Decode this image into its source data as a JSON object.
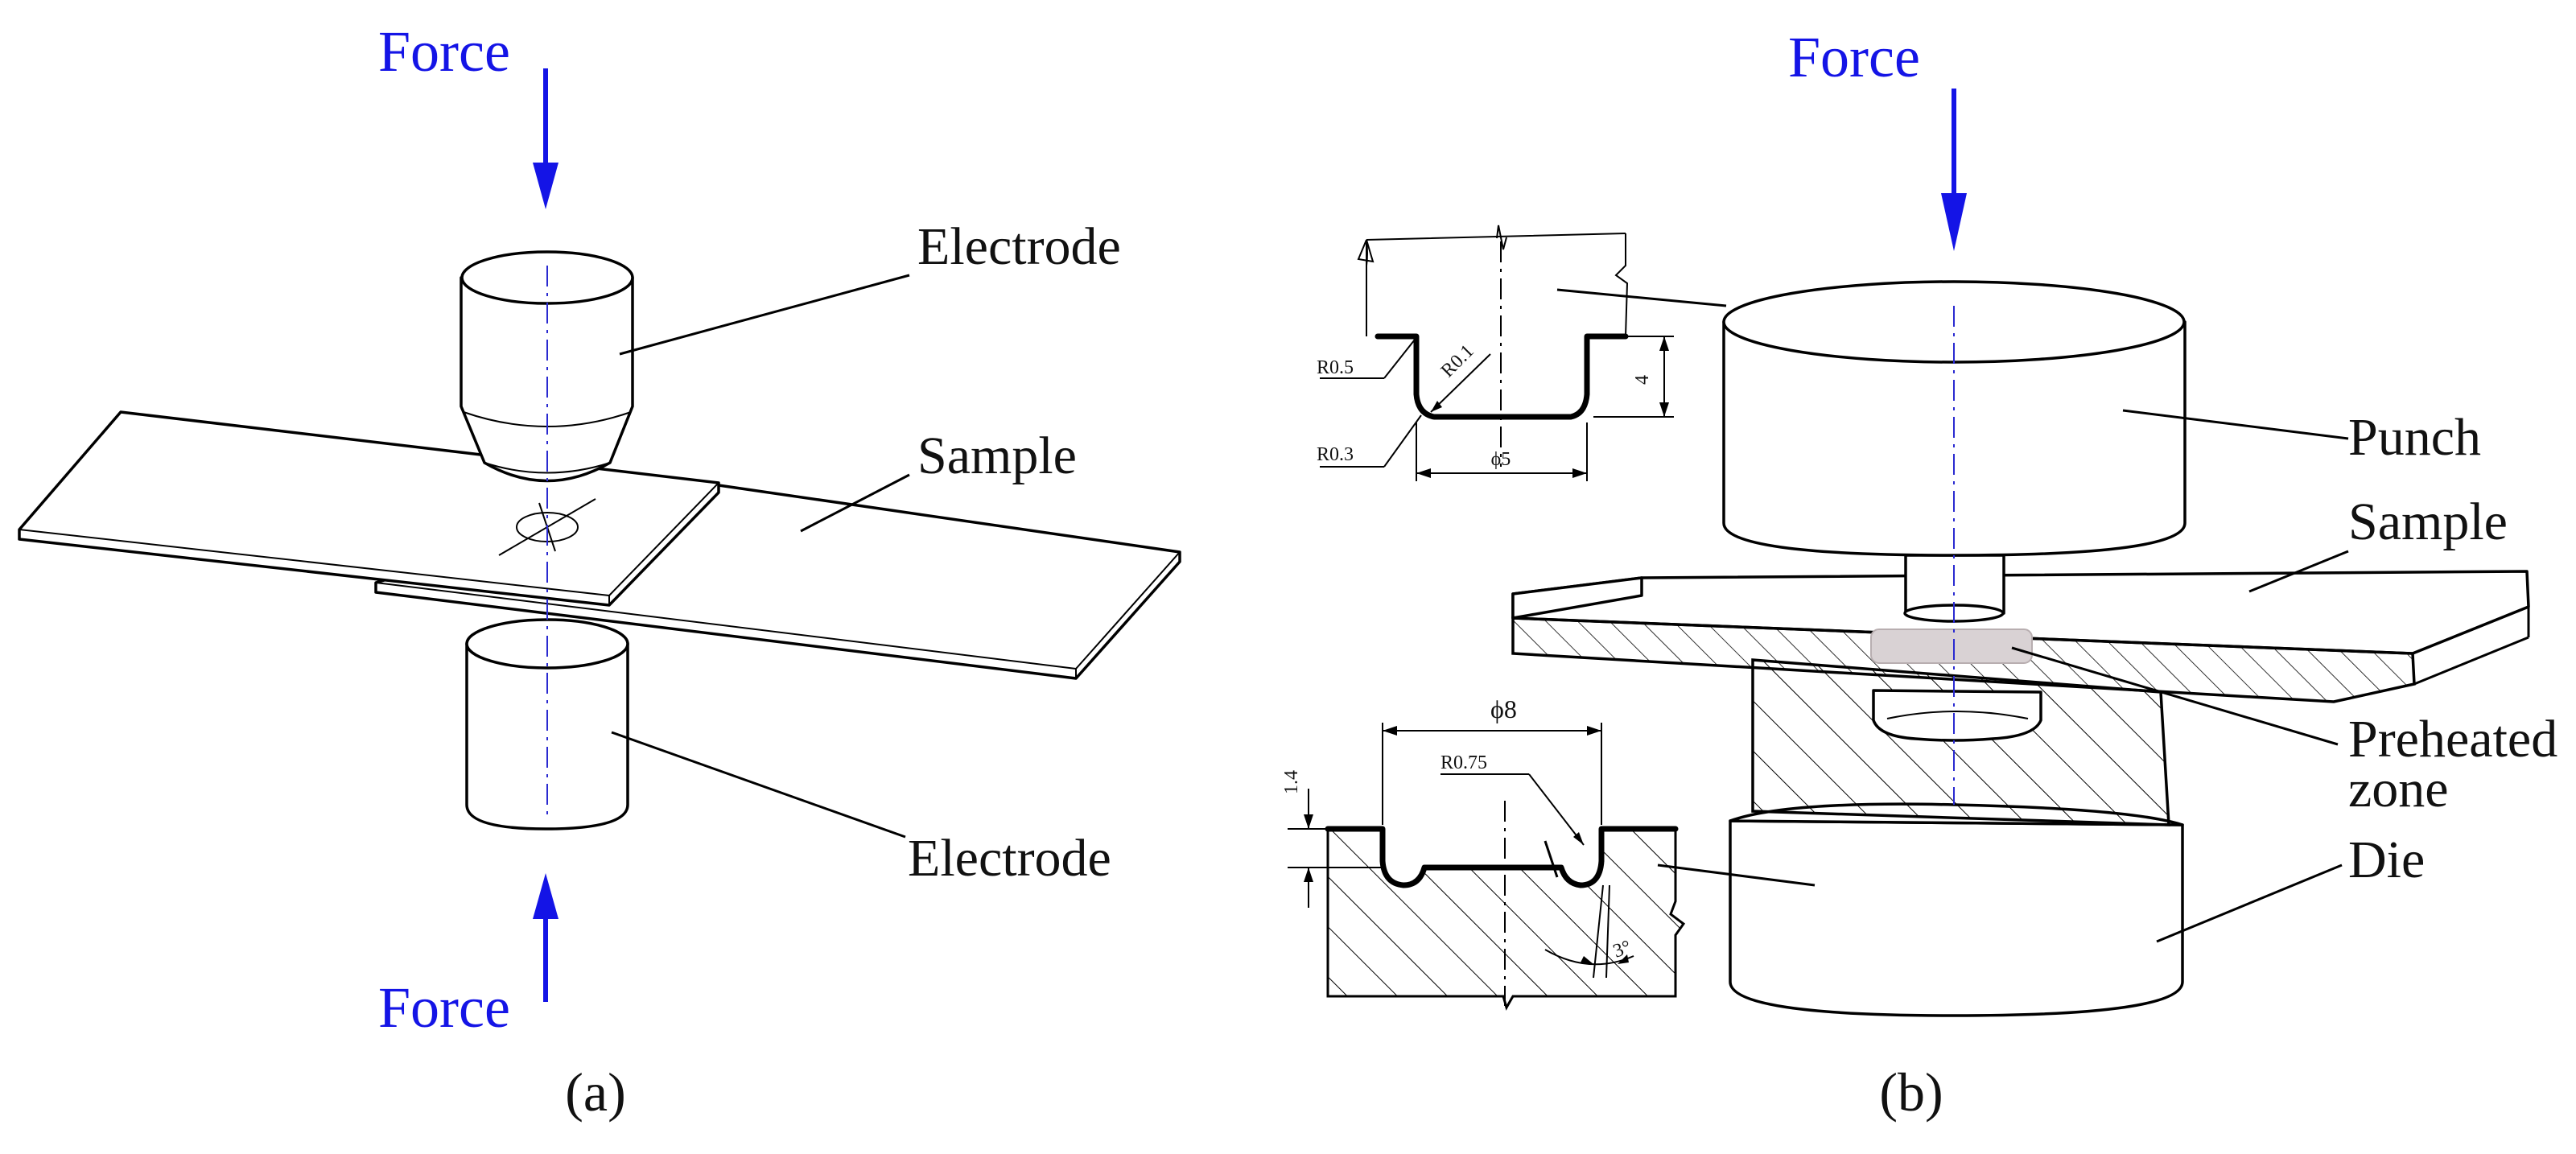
{
  "panel_a": {
    "force_top": "Force",
    "force_bottom": "Force",
    "label_electrode_top": "Electrode",
    "label_sample": "Sample",
    "label_electrode_bottom": "Electrode",
    "caption": "(a)"
  },
  "panel_b": {
    "force": "Force",
    "label_punch": "Punch",
    "label_sample": "Sample",
    "label_preheated_1": "Preheated",
    "label_preheated_2": "zone",
    "label_die": "Die",
    "caption": "(b)",
    "punch_detail": {
      "r_outer": "R0.5",
      "r_tip": "R0.1",
      "r_inner": "R0.3",
      "depth": "4",
      "diameter": "ϕ5"
    },
    "die_detail": {
      "diameter": "ϕ8",
      "radius": "R0.75",
      "depth": "1.4",
      "angle": "3°"
    }
  },
  "colors": {
    "force_arrow": "#1414e6",
    "preheated_zone": "#d9d2d4"
  }
}
